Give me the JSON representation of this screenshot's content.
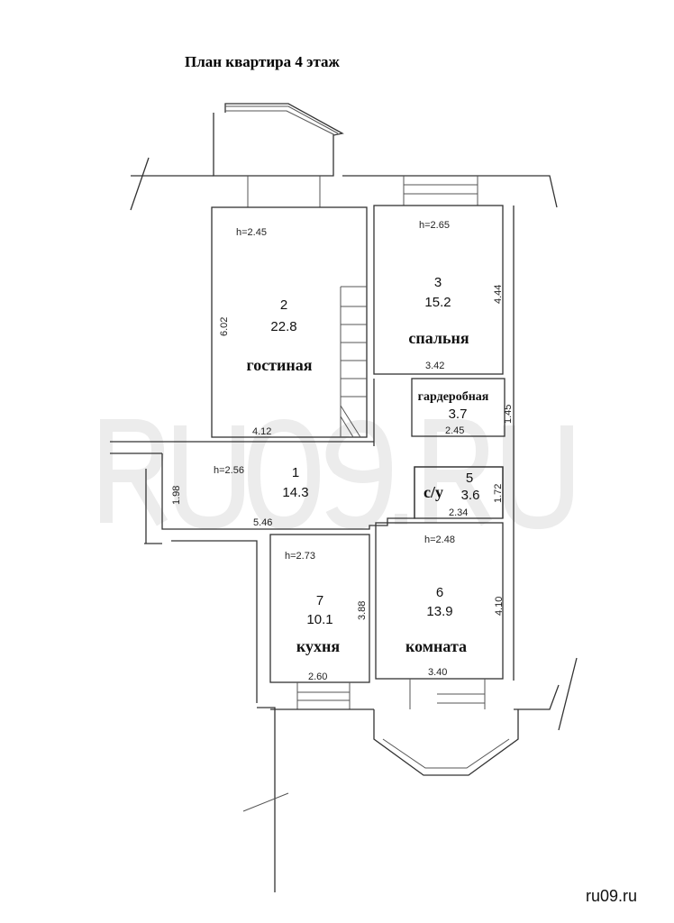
{
  "title": "План квартира 4 этаж",
  "watermark": "RU09.RU",
  "site": "ru09.ru",
  "rooms": [
    {
      "num": "1",
      "area": "14.3",
      "height": "h=2.56",
      "dims": [
        "5.46",
        "1.98"
      ]
    },
    {
      "num": "2",
      "area": "22.8",
      "name": "гостиная",
      "height": "h=2.45",
      "dims": [
        "4.12",
        "6.02"
      ]
    },
    {
      "num": "3",
      "area": "15.2",
      "name": "спальня",
      "height": "h=2.65",
      "dims": [
        "3.42",
        "4.44"
      ]
    },
    {
      "area": "3.7",
      "name": "гардеробная",
      "dims": [
        "2.45",
        "1.45"
      ]
    },
    {
      "num": "5",
      "area": "3.6",
      "name": "с/у",
      "dims": [
        "2.34",
        "1.72"
      ]
    },
    {
      "num": "6",
      "area": "13.9",
      "name": "комната",
      "height": "h=2.48",
      "dims": [
        "3.40",
        "4.10"
      ]
    },
    {
      "num": "7",
      "area": "10.1",
      "name": "кухня",
      "height": "h=2.73",
      "dims": [
        "2.60",
        "3.88"
      ]
    }
  ]
}
